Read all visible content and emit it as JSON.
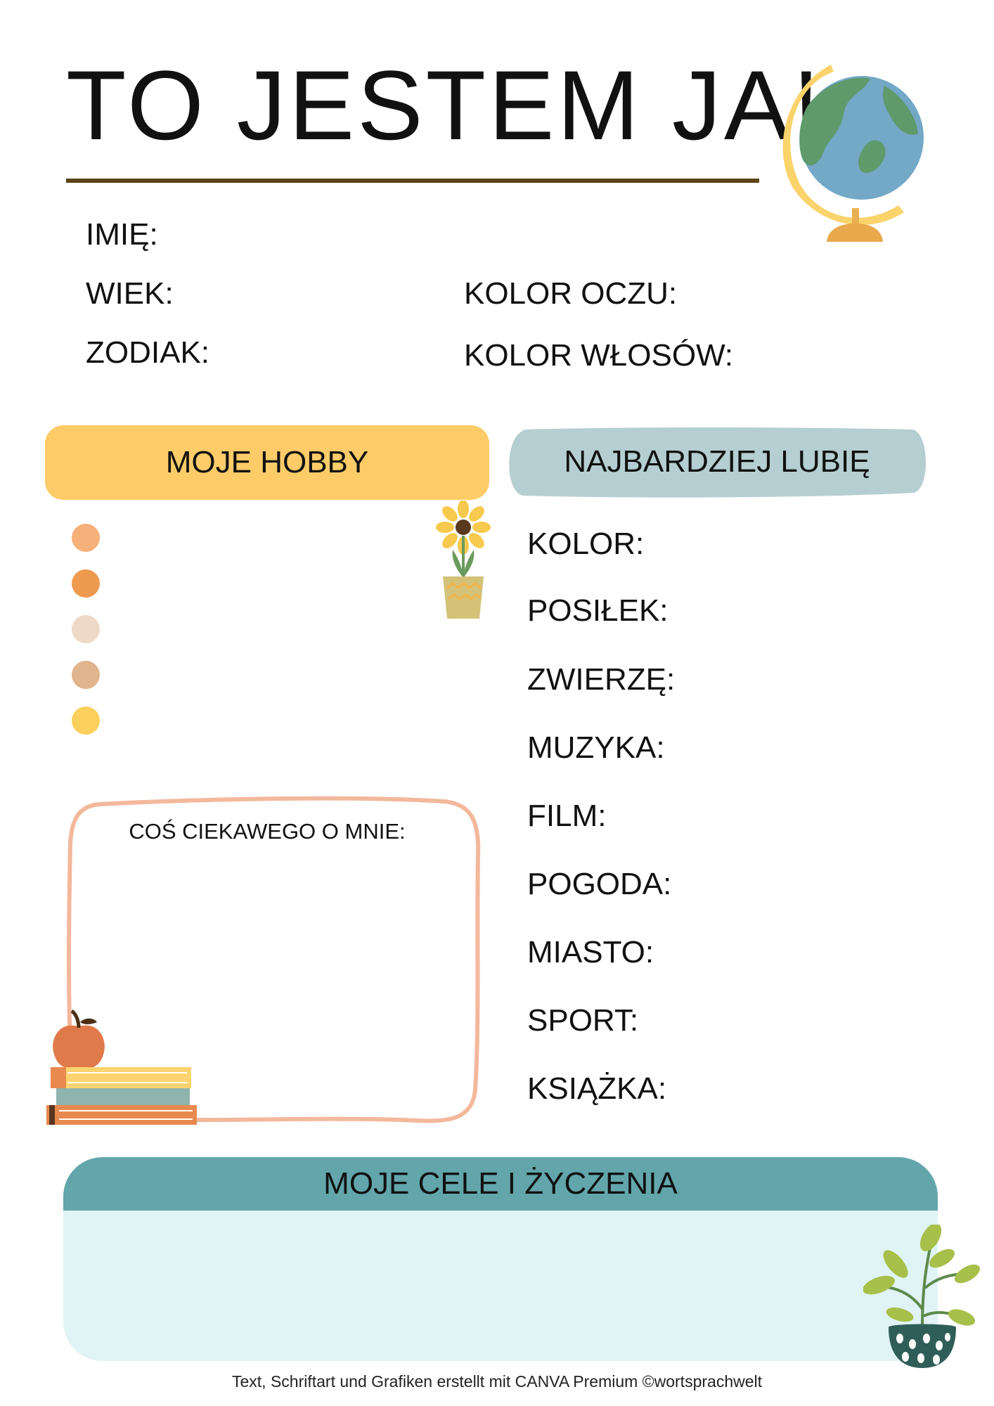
{
  "header": {
    "title": "TO JESTEM JA!"
  },
  "personal": {
    "name_label": "IMIĘ:",
    "age_label": "WIEK:",
    "zodiac_label": "ZODIAK:",
    "eye_color_label": "KOLOR OCZU:",
    "hair_color_label": "KOLOR WŁOSÓW:"
  },
  "hobby": {
    "title": "MOJE HOBBY",
    "dot_colors": [
      "#f6b07a",
      "#ee9a4f",
      "#eed9c7",
      "#e0b48d",
      "#fbcf5c"
    ]
  },
  "likes": {
    "title": "NAJBARDZIEJ LUBIĘ",
    "items": [
      "KOLOR:",
      "POSIŁEK:",
      "ZWIERZĘ:",
      "MUZYKA:",
      "FILM:",
      "POGODA:",
      "MIASTO:",
      "SPORT:",
      "KSIĄŻKA:"
    ]
  },
  "fact": {
    "label": "COŚ CIEKAWEGO O MNIE:"
  },
  "goals": {
    "title": "MOJE CELE I ŻYCZENIA"
  },
  "footer": {
    "credit": "Text, Schriftart und Grafiken erstellt mit CANVA Premium ©wortsprachwelt"
  },
  "colors": {
    "title_rule": "#5b4317",
    "hobby_header": "#fdcc69",
    "likes_header": "#b5ced1",
    "goals_header": "#62a6ac",
    "goals_body": "#e0f3f5",
    "fact_border": "#f3b89c"
  },
  "icons": [
    "globe-icon",
    "sunflower-pot-icon",
    "apple-books-icon",
    "potted-plant-icon"
  ]
}
